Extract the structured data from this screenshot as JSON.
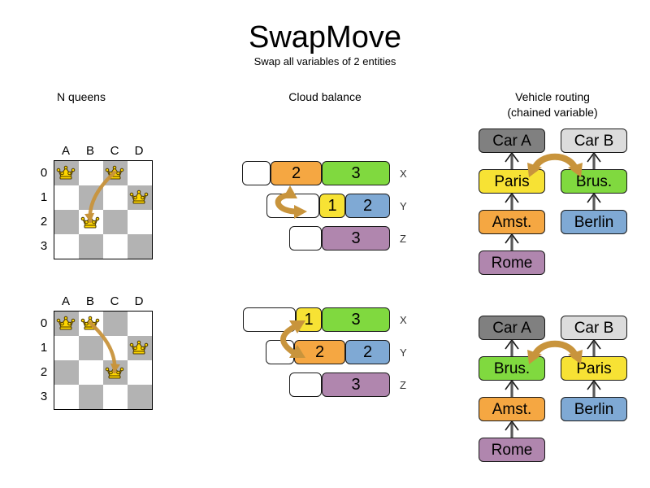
{
  "page": {
    "title": "SwapMove",
    "subtitle": "Swap all variables of 2 entities"
  },
  "columns": {
    "nqueens": {
      "heading": "N queens"
    },
    "cloud": {
      "heading": "Cloud balance"
    },
    "vrp": {
      "heading_line1": "Vehicle routing",
      "heading_line2": "(chained variable)"
    }
  },
  "colors": {
    "orange": "#f5a742",
    "green": "#80d93f",
    "yellow": "#f7e234",
    "blue": "#7fa9d4",
    "purple": "#b086ae",
    "white": "#ffffff",
    "dark_gray": "#808080",
    "light_gray": "#dcdcdc",
    "board_dark": "#b3b3b3",
    "board_light": "#ffffff",
    "arrow": "#e8b86d",
    "arrow_outline": "#c8943c",
    "queen_gold": "#ffd700"
  },
  "nqueens": {
    "files": [
      "A",
      "B",
      "C",
      "D"
    ],
    "ranks": [
      "0",
      "1",
      "2",
      "3"
    ],
    "before": {
      "queens": [
        {
          "file": "A",
          "rank": "0"
        },
        {
          "file": "C",
          "rank": "0"
        },
        {
          "file": "D",
          "rank": "1"
        },
        {
          "file": "B",
          "rank": "2"
        }
      ],
      "move_arrow": {
        "from": "C0",
        "to": "B2"
      }
    },
    "after": {
      "queens": [
        {
          "file": "A",
          "rank": "0"
        },
        {
          "file": "B",
          "rank": "0"
        },
        {
          "file": "D",
          "rank": "1"
        },
        {
          "file": "C",
          "rank": "2"
        }
      ],
      "move_arrow": {
        "from": "B0",
        "to": "C2"
      }
    }
  },
  "cloud": {
    "row_labels": [
      "X",
      "Y",
      "Z"
    ],
    "before": {
      "rows": [
        {
          "label": "X",
          "segments": [
            {
              "value": "",
              "color": "#ffffff",
              "width": 35
            },
            {
              "value": "2",
              "color": "#f5a742",
              "width": 63
            },
            {
              "value": "3",
              "color": "#80d93f",
              "width": 84
            }
          ]
        },
        {
          "label": "Y",
          "segments": [
            {
              "value": "",
              "color": "#ffffff",
              "width": 65
            },
            {
              "value": "1",
              "color": "#f7e234",
              "width": 32
            },
            {
              "value": "2",
              "color": "#7fa9d4",
              "width": 55
            }
          ]
        },
        {
          "label": "Z",
          "segments": [
            {
              "value": "",
              "color": "#ffffff",
              "width": 40
            },
            {
              "value": "3",
              "color": "#b086ae",
              "width": 84
            }
          ]
        }
      ],
      "swap_note": "swap 2 with 1"
    },
    "after": {
      "rows": [
        {
          "label": "X",
          "segments": [
            {
              "value": "",
              "color": "#ffffff",
              "width": 65
            },
            {
              "value": "1",
              "color": "#f7e234",
              "width": 32
            },
            {
              "value": "3",
              "color": "#80d93f",
              "width": 84
            }
          ]
        },
        {
          "label": "Y",
          "segments": [
            {
              "value": "",
              "color": "#ffffff",
              "width": 35
            },
            {
              "value": "2",
              "color": "#f5a742",
              "width": 63
            },
            {
              "value": "2",
              "color": "#7fa9d4",
              "width": 55
            }
          ]
        },
        {
          "label": "Z",
          "segments": [
            {
              "value": "",
              "color": "#ffffff",
              "width": 40
            },
            {
              "value": "3",
              "color": "#b086ae",
              "width": 84
            }
          ]
        }
      ],
      "swap_note": "swapped"
    }
  },
  "vrp": {
    "before": {
      "left_chain": [
        {
          "label": "Car A",
          "color": "#808080"
        },
        {
          "label": "Paris",
          "color": "#f7e234"
        },
        {
          "label": "Amst.",
          "color": "#f5a742"
        },
        {
          "label": "Rome",
          "color": "#b086ae"
        }
      ],
      "right_chain": [
        {
          "label": "Car B",
          "color": "#dcdcdc"
        },
        {
          "label": "Brus.",
          "color": "#80d93f"
        },
        {
          "label": "Berlin",
          "color": "#7fa9d4"
        }
      ],
      "swap_arrow": {
        "from": "Paris",
        "to": "Brus."
      }
    },
    "after": {
      "left_chain": [
        {
          "label": "Car A",
          "color": "#808080"
        },
        {
          "label": "Brus.",
          "color": "#80d93f"
        },
        {
          "label": "Amst.",
          "color": "#f5a742"
        },
        {
          "label": "Rome",
          "color": "#b086ae"
        }
      ],
      "right_chain": [
        {
          "label": "Car B",
          "color": "#dcdcdc"
        },
        {
          "label": "Paris",
          "color": "#f7e234"
        },
        {
          "label": "Berlin",
          "color": "#7fa9d4"
        }
      ],
      "swap_arrow": {
        "from": "Brus.",
        "to": "Paris"
      }
    }
  }
}
